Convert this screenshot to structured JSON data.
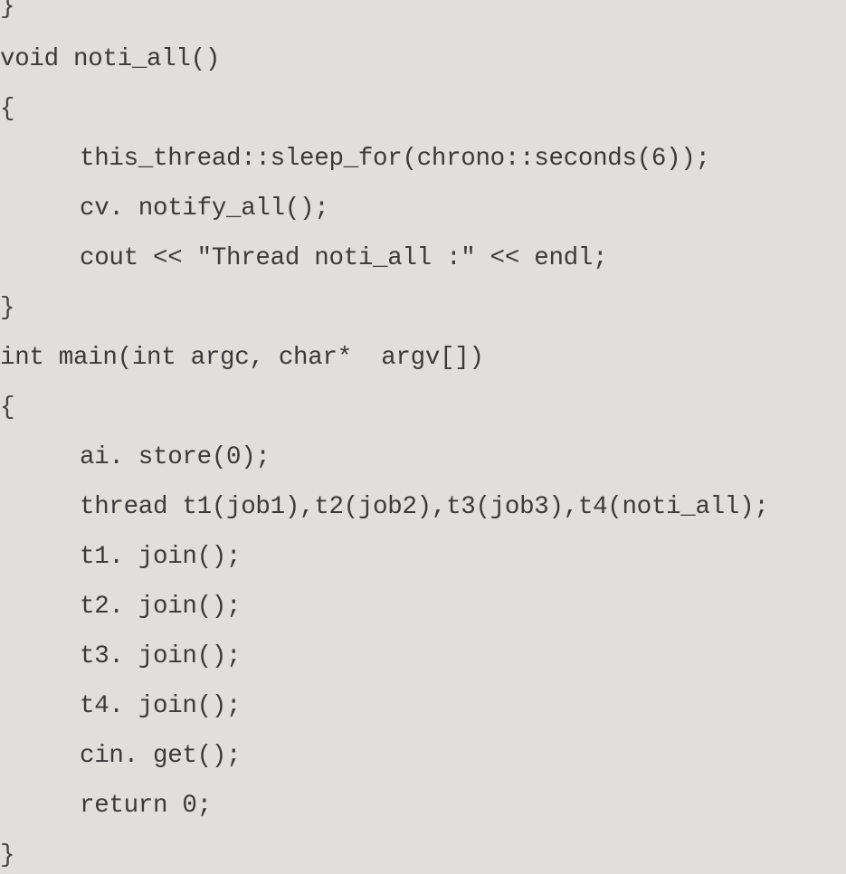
{
  "code_lines": [
    "}",
    "void noti_all()",
    "{",
    "this_thread::sleep_for(chrono::seconds(6));",
    "cv. notify_all();",
    "cout << \"Thread noti_all :\" << endl;",
    "}",
    "int main(int argc, char*  argv[])",
    "{",
    "ai. store(0);",
    "thread t1(job1),t2(job2),t3(job3),t4(noti_all);",
    "t1. join();",
    "t2. join();",
    "t3. join();",
    "t4. join();",
    "cin. get();",
    "return 0;",
    "}"
  ]
}
